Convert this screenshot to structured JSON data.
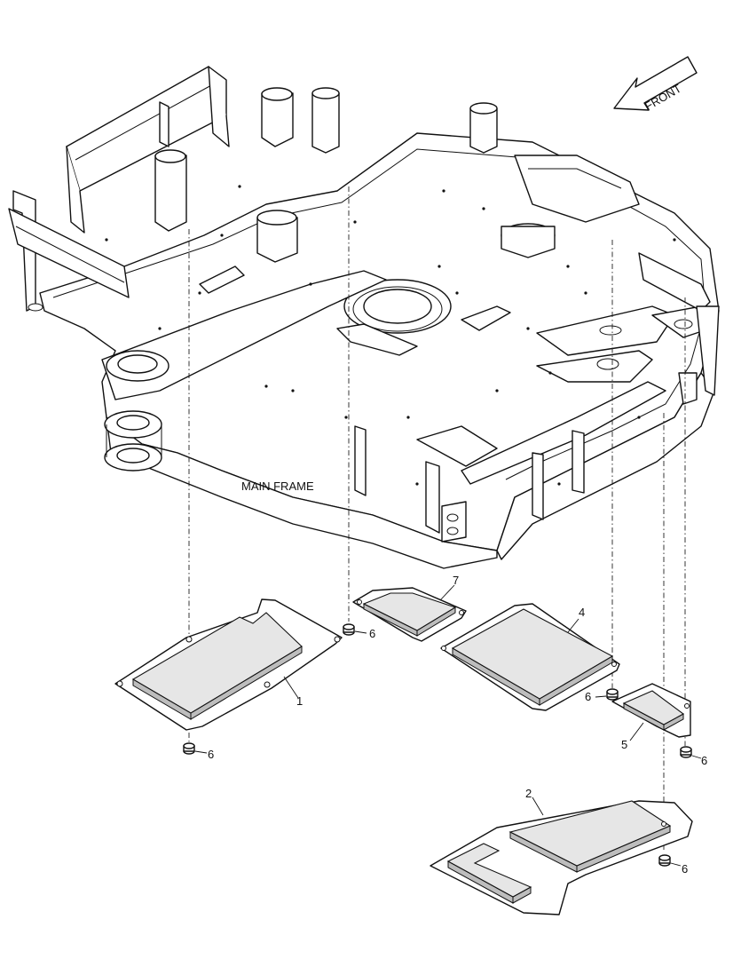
{
  "diagram": {
    "main_frame_label": "MAIN FRAME",
    "front_label": "FRONT",
    "callouts": [
      {
        "id": "part-1",
        "number": "1"
      },
      {
        "id": "part-2",
        "number": "2"
      },
      {
        "id": "part-4",
        "number": "4"
      },
      {
        "id": "part-5",
        "number": "5"
      },
      {
        "id": "part-7",
        "number": "7"
      },
      {
        "id": "bolt-a",
        "number": "6"
      },
      {
        "id": "bolt-b",
        "number": "6"
      },
      {
        "id": "bolt-c",
        "number": "6"
      },
      {
        "id": "bolt-d",
        "number": "6"
      },
      {
        "id": "bolt-e",
        "number": "6"
      }
    ],
    "colors": {
      "line": "#111111",
      "pad_fill": "#e6e6e6",
      "pad_side": "#bdbdbd",
      "background": "#ffffff"
    }
  }
}
